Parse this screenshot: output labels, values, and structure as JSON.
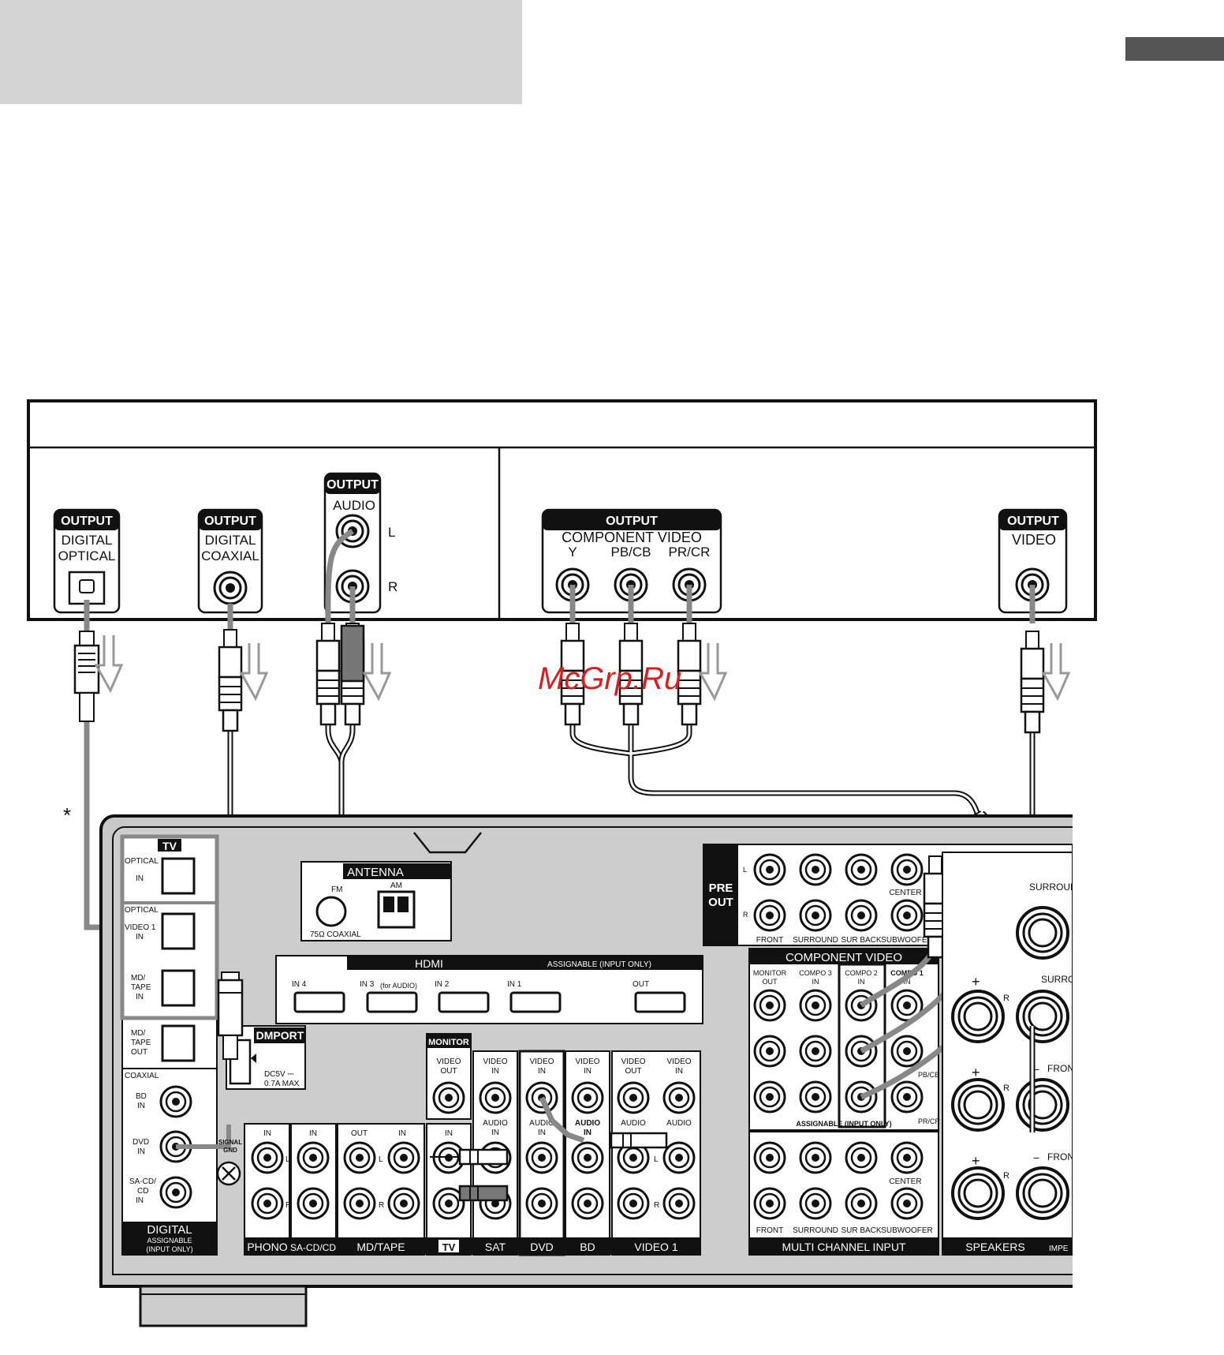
{
  "watermark": "McGrp.Ru",
  "asterisk": "*",
  "source": {
    "optical": {
      "head": "OUTPUT",
      "l1": "DIGITAL",
      "l2": "OPTICAL"
    },
    "coaxial": {
      "head": "OUTPUT",
      "l1": "DIGITAL",
      "l2": "COAXIAL"
    },
    "audio": {
      "head": "OUTPUT",
      "l1": "AUDIO",
      "left": "L",
      "right": "R"
    },
    "component": {
      "head": "OUTPUT",
      "title": "COMPONENT VIDEO",
      "y": "Y",
      "pb": "PB/CB",
      "pr": "PR/CR"
    },
    "video": {
      "head": "OUTPUT",
      "l1": "VIDEO"
    }
  },
  "receiver": {
    "tv_section": "TV",
    "optical": "OPTICAL",
    "in": "IN",
    "video1_in": [
      "VIDEO 1",
      "IN"
    ],
    "mdtape_in": [
      "MD/",
      "TAPE",
      "IN"
    ],
    "mdtape_out": [
      "MD/",
      "TAPE",
      "OUT"
    ],
    "coaxial": "COAXIAL",
    "bd_in": [
      "BD",
      "IN"
    ],
    "dvd_in": [
      "DVD",
      "IN"
    ],
    "sacd_in": [
      "SA-CD/",
      "CD",
      "IN"
    ],
    "digital": "DIGITAL",
    "assignable": "ASSIGNABLE",
    "input_only": "(INPUT ONLY)",
    "dmport": "DMPORT",
    "dc": "DC5V ⎓",
    "max": "0.7A MAX",
    "signal_gnd": [
      "SIGNAL",
      "GND"
    ],
    "antenna": "ANTENNA",
    "fm": "FM",
    "am": "AM",
    "coax75": "75Ω COAXIAL",
    "hdmi": "HDMI",
    "hdmi_assignable": "ASSIGNABLE (INPUT ONLY)",
    "hdmi_ports": [
      "IN 4",
      "IN 3",
      "(for AUDIO)",
      "IN 2",
      "IN 1",
      "OUT"
    ],
    "monitor": "MONITOR",
    "video_out": [
      "VIDEO",
      "OUT"
    ],
    "video_in": [
      "VIDEO",
      "IN"
    ],
    "audio_in": [
      "AUDIO",
      "IN"
    ],
    "out": "OUT",
    "L": "L",
    "R": "R",
    "bottom_labels": [
      "PHONO",
      "SA-CD/CD",
      "MD/TAPE",
      "TV",
      "SAT",
      "DVD",
      "BD",
      "VIDEO 1"
    ],
    "pre_out": [
      "PRE",
      "OUT"
    ],
    "pre_labels": [
      "FRONT",
      "SURROUND",
      "SUR BACK",
      "SUBWOOFER"
    ],
    "center": "CENTER",
    "component_video": "COMPONENT VIDEO",
    "comp_cols": [
      [
        "MONITOR",
        "OUT"
      ],
      [
        "COMPO 3",
        "IN"
      ],
      [
        "COMPO 2",
        "IN"
      ],
      [
        "COMPO 1",
        "IN"
      ]
    ],
    "comp_assignable": "ASSIGNABLE (INPUT ONLY)",
    "pb_cb": "PB/CB",
    "pr_cr": "PR/CR",
    "multi_channel": "MULTI CHANNEL INPUT",
    "multi_labels": [
      "FRONT",
      "SURROUND",
      "SUR BACK",
      "SUBWOOFER"
    ],
    "speakers": "SPEAKERS",
    "impe": "IMPE",
    "surround": "SURROUN",
    "surro": "SURRO",
    "fron": "FRON",
    "plus": "+",
    "minus": "−"
  }
}
